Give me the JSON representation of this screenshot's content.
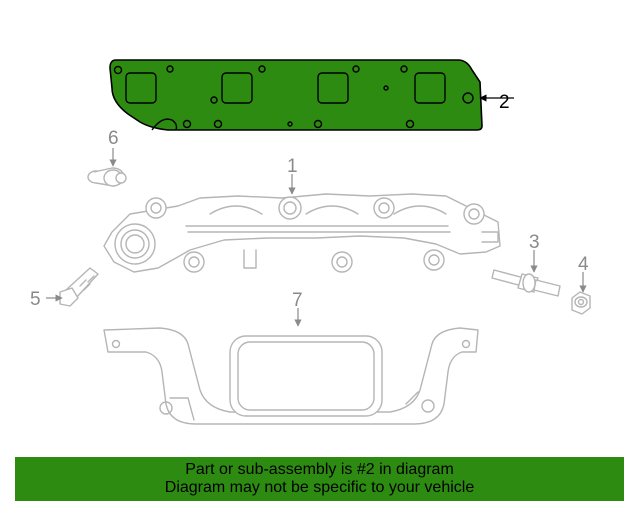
{
  "diagram": {
    "callouts": {
      "c1": "1",
      "c2": "2",
      "c3": "3",
      "c4": "4",
      "c5": "5",
      "c6": "6",
      "c7": "7"
    },
    "highlight_color": "#2e8b12"
  },
  "footer": {
    "line1": "Part or sub-assembly is #2 in diagram",
    "line2": "Diagram may not be specific to your vehicle",
    "background": "#2e8b12"
  }
}
